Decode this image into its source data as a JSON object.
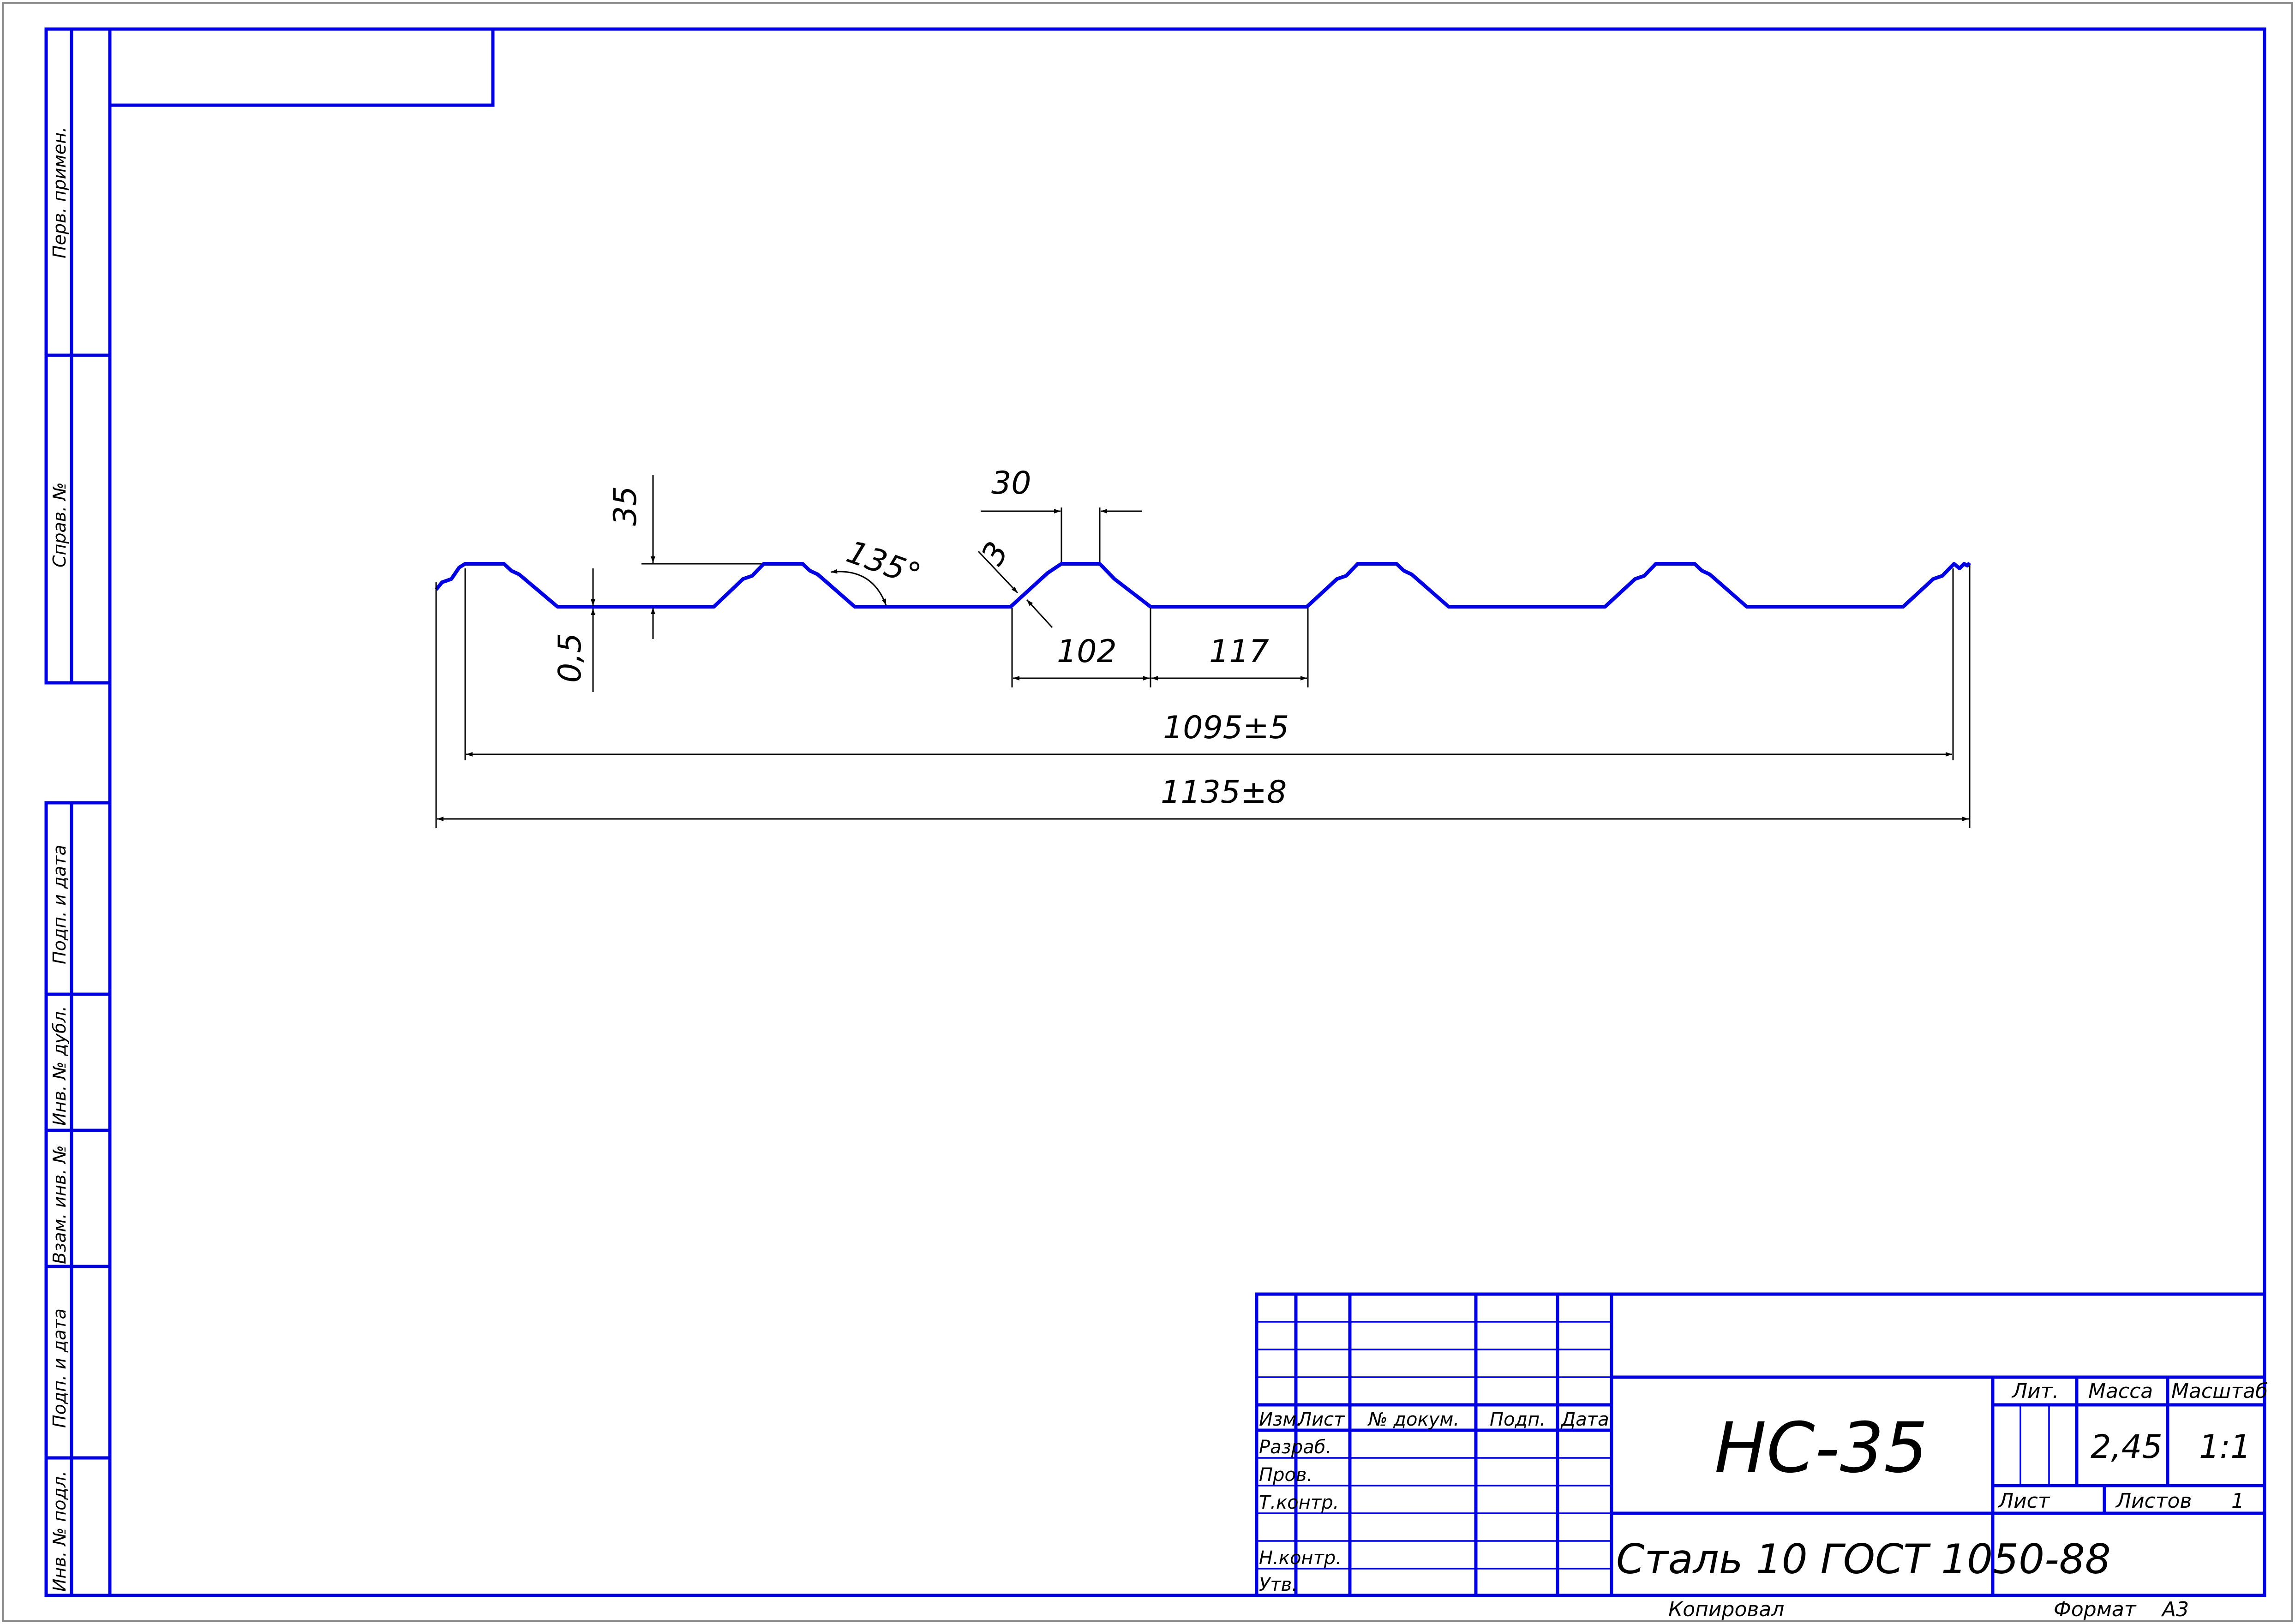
{
  "side_stamps": {
    "perv_primen": "Перв. примен.",
    "sprav_no": "Справ. №",
    "podp_data_1": "Подп. и дата",
    "inv_dubl": "Инв. № дубл.",
    "vzam_inv": "Взам. инв. №",
    "podp_data_2": "Подп. и дата",
    "inv_podl": "Инв. № подл."
  },
  "dimensions": {
    "height_35": "35",
    "thickness_0_5": "0,5",
    "angle_135": "135°",
    "radius_3": "3",
    "top_30": "30",
    "pitch_102": "102",
    "flat_117": "117",
    "working_width": "1095±5",
    "total_width": "1135±8"
  },
  "title_block": {
    "col_izm": "Изм.",
    "col_list": "Лист",
    "col_doc": "№ докум.",
    "col_podp": "Подп.",
    "col_data": "Дата",
    "row_razrab": "Разраб.",
    "row_prov": "Пров.",
    "row_tkontr": "Т.контр.",
    "row_nkontr": "Н.контр.",
    "row_utv": "Утв.",
    "designation": "НС-35",
    "material": "Сталь 10  ГОСТ 1050-88",
    "lit_label": "Лит.",
    "mass_label": "Масса",
    "scale_label": "Масштаб",
    "mass_value": "2,45",
    "scale_value": "1:1",
    "sheet_label": "Лист",
    "sheets_label": "Листов",
    "sheets_value": "1"
  },
  "footer": {
    "copied": "Копировал",
    "format_label": "Формат",
    "format_value": "А3"
  },
  "colors": {
    "frame": "#0000e0",
    "dimension": "#000000"
  }
}
